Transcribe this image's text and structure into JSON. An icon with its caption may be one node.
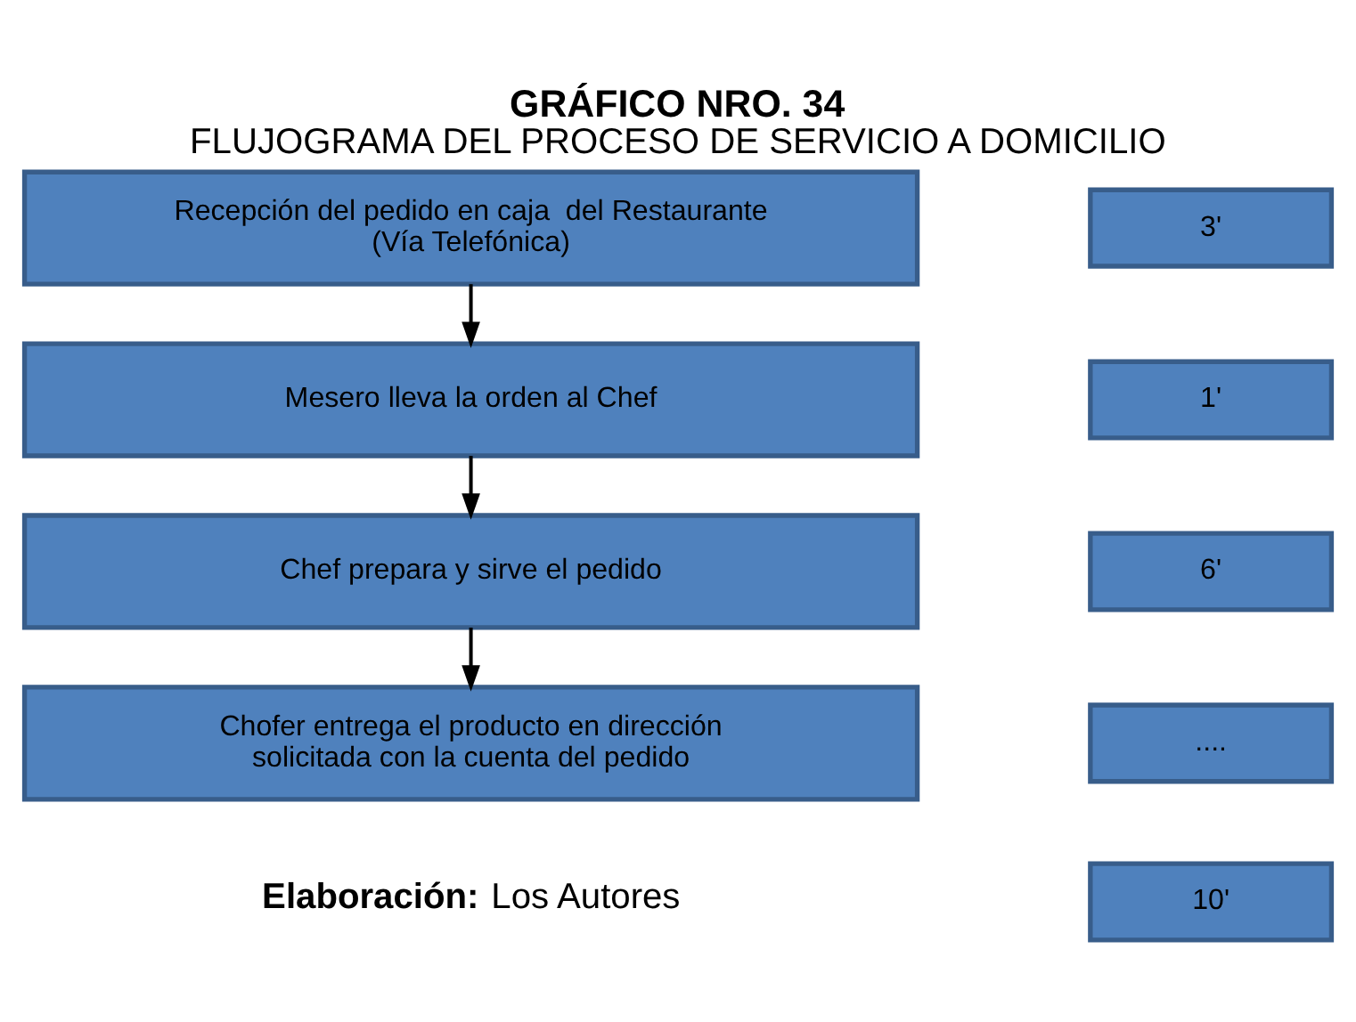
{
  "diagram": {
    "title": "GRÁFICO NRO. 34",
    "caption": "Elaboración: Los Autores",
    "nodes": [
      {
        "text": [
          "Recepción del pedido en caja  del Restaurante (Vía Telefónica)"
        ]
      },
      {
        "text": [
          "Mesero lleva la orden al Chef"
        ]
      },
      {
        "text": [
          "Chef prepara y sirve el pedido"
        ]
      },
      {
        "text": [
          "Chofer entrega el producto en dirección solicitada con la cuenta del pedido"
        ]
      },
      {
        "text": [
          "3'"
        ]
      },
      {
        "text": [
          "1'"
        ]
      },
      {
        "text": [
          "6'"
        ]
      },
      {
        "text": [
          "...."
        ]
      },
      {
        "text": [
          "10'"
        ]
      }
    ],
    "edges": [
      {
        "from": 0,
        "to": 1,
        "arrow": "to"
      },
      {
        "from": 1,
        "to": 2,
        "arrow": "to"
      },
      {
        "from": 2,
        "to": 3,
        "arrow": "to"
      }
    ],
    "labels": [
      "FLUJOGRAMA DEL PROCESO DE SERVICIO A DOMICILIO"
    ]
  }
}
